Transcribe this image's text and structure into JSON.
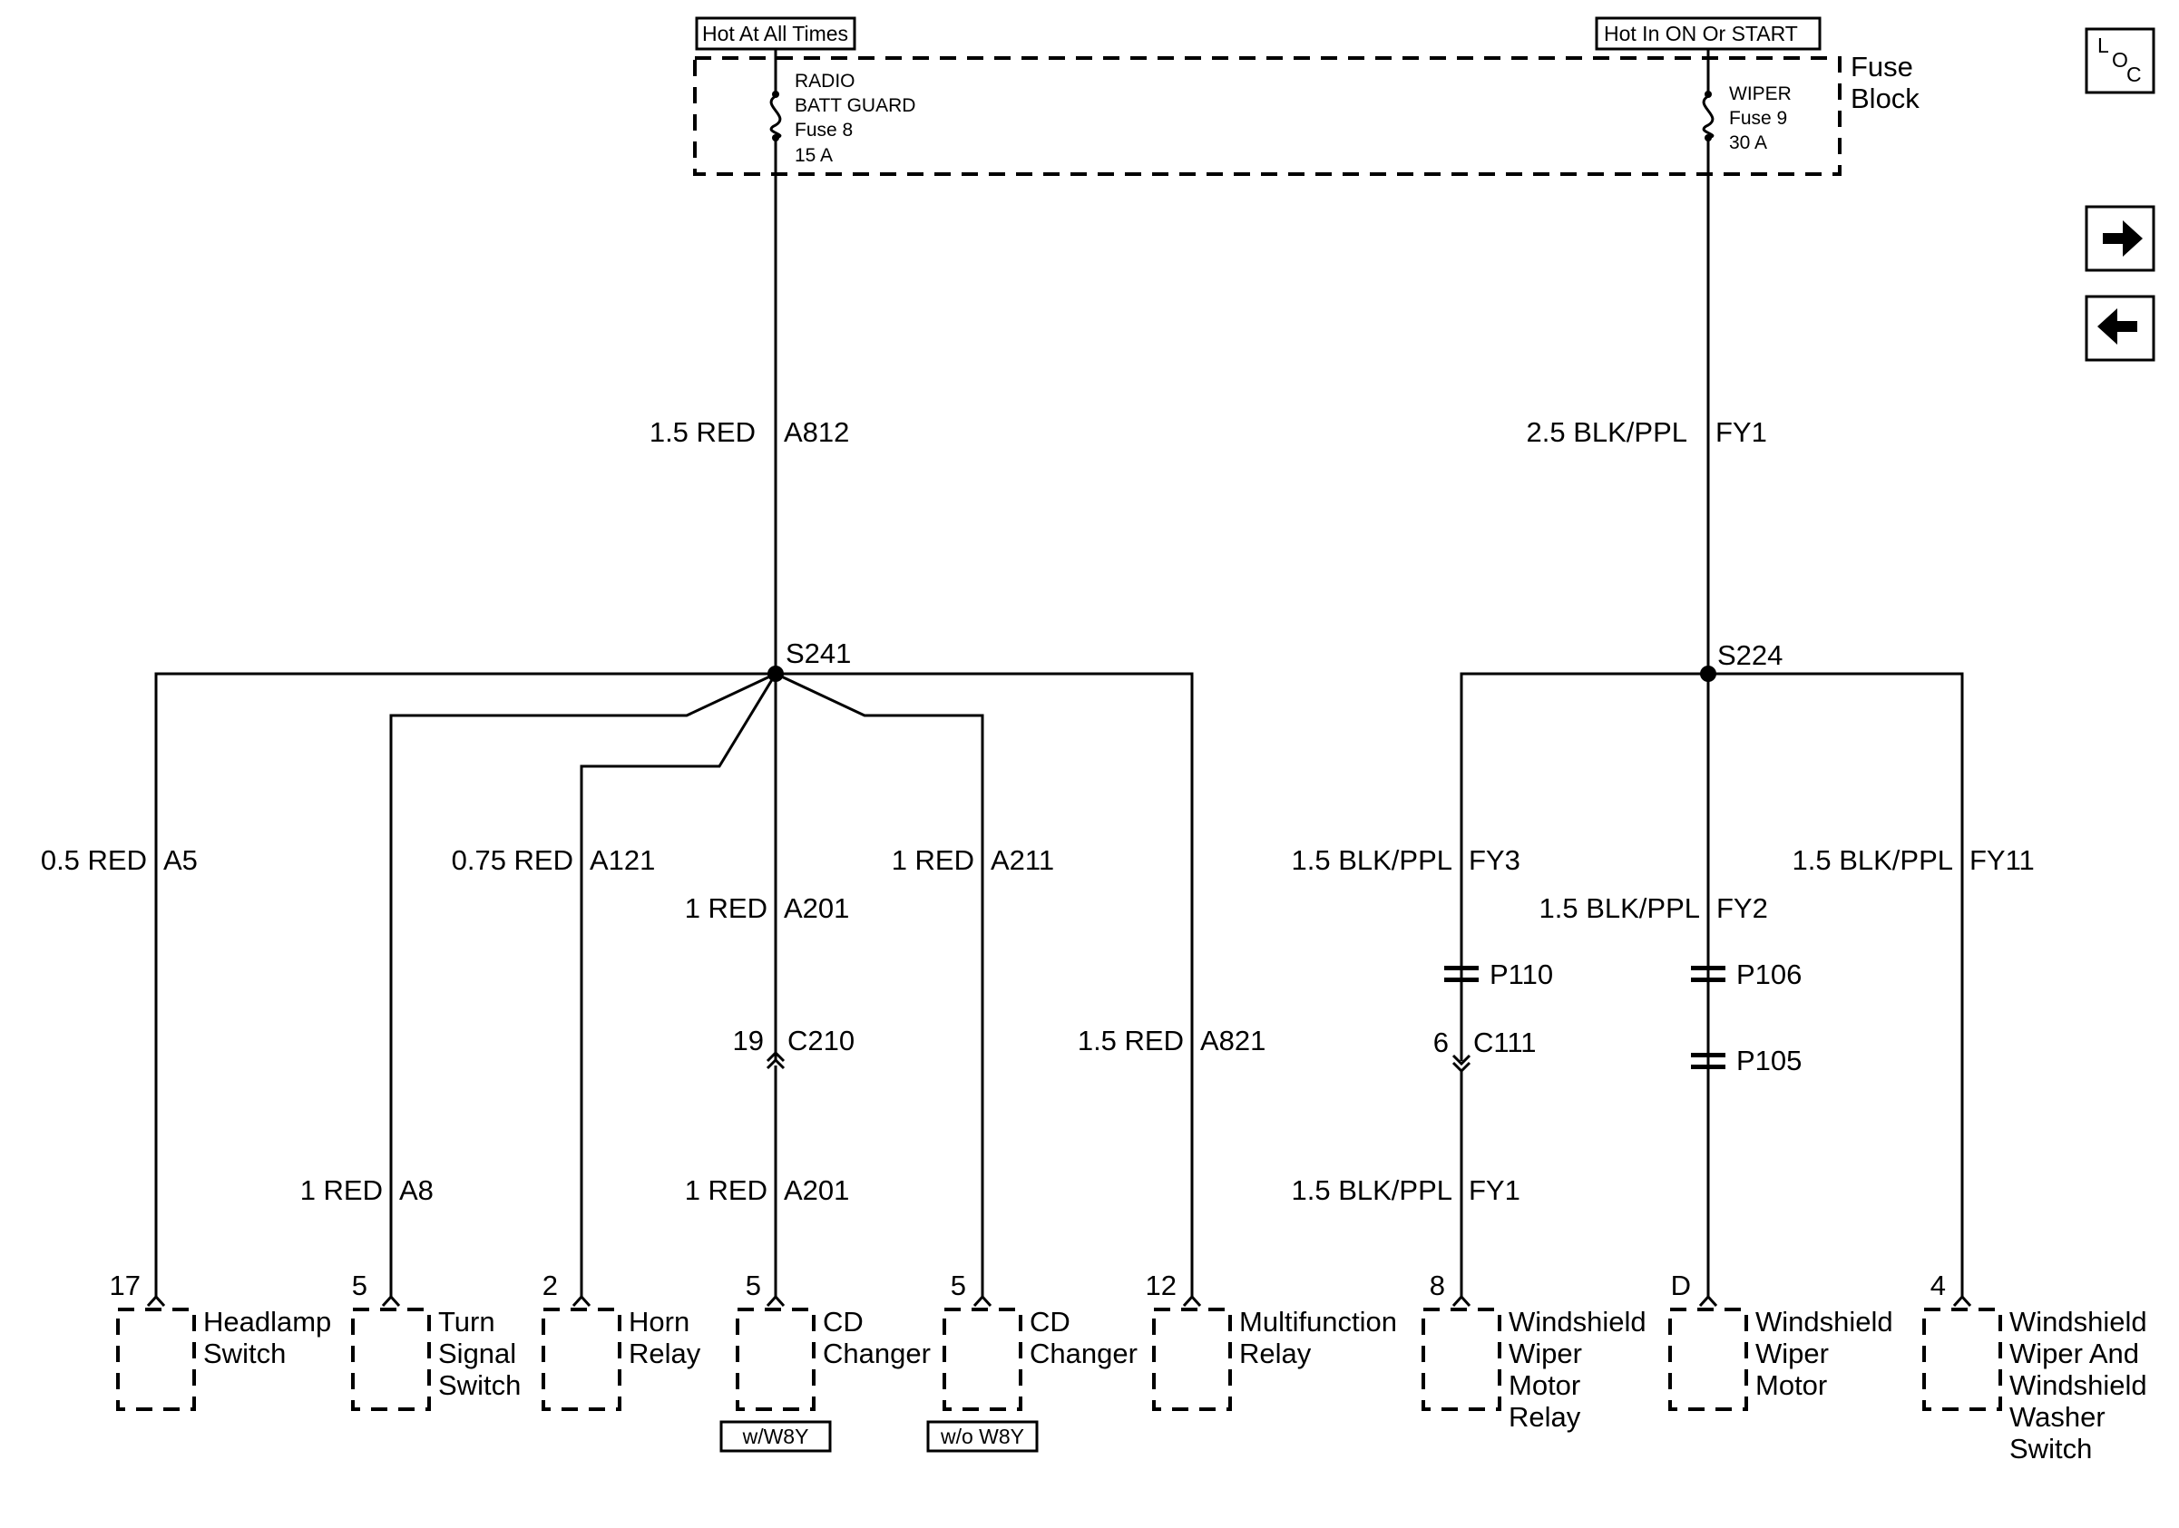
{
  "power_sources": {
    "hot_at_all_times": "Hot At All Times",
    "hot_in_on_or_start": "Hot In ON Or START"
  },
  "fuse_block": {
    "label_line1": "Fuse",
    "label_line2": "Block",
    "radio_fuse": [
      "RADIO",
      "BATT GUARD",
      "Fuse 8",
      "15 A"
    ],
    "wiper_fuse": [
      "WIPER",
      "Fuse 9",
      "30 A"
    ]
  },
  "nav": {
    "loc_icon": "loc-icon",
    "loc_L": "L",
    "loc_O": "O",
    "loc_C": "C",
    "next_icon": "arrow-right-icon",
    "prev_icon": "arrow-left-icon"
  },
  "splices": {
    "left": "S241",
    "right": "S224"
  },
  "wires": {
    "a812": {
      "gauge": "1.5 RED",
      "circuit": "A812"
    },
    "fy1_main": {
      "gauge": "2.5 BLK/PPL",
      "circuit": "FY1"
    },
    "a5": {
      "gauge": "0.5 RED",
      "circuit": "A5"
    },
    "a121": {
      "gauge": "0.75 RED",
      "circuit": "A121"
    },
    "a201_upper": {
      "gauge": "1 RED",
      "circuit": "A201"
    },
    "a211": {
      "gauge": "1 RED",
      "circuit": "A211"
    },
    "a821": {
      "gauge": "1.5 RED",
      "circuit": "A821"
    },
    "a8": {
      "gauge": "1 RED",
      "circuit": "A8"
    },
    "a201_lower": {
      "gauge": "1 RED",
      "circuit": "A201"
    },
    "fy3": {
      "gauge": "1.5 BLK/PPL",
      "circuit": "FY3"
    },
    "fy2": {
      "gauge": "1.5 BLK/PPL",
      "circuit": "FY2"
    },
    "fy11": {
      "gauge": "1.5 BLK/PPL",
      "circuit": "FY11"
    },
    "fy1_lower": {
      "gauge": "1.5 BLK/PPL",
      "circuit": "FY1"
    }
  },
  "connectors": {
    "c210": {
      "pin": "19",
      "name": "C210"
    },
    "c111": {
      "pin": "6",
      "name": "C111"
    },
    "p110": "P110",
    "p106": "P106",
    "p105": "P105"
  },
  "components": [
    {
      "pin": "17",
      "lines": [
        "Headlamp",
        "Switch"
      ]
    },
    {
      "pin": "5",
      "lines": [
        "Turn",
        "Signal",
        "Switch"
      ]
    },
    {
      "pin": "2",
      "lines": [
        "Horn",
        "Relay"
      ]
    },
    {
      "pin": "5",
      "lines": [
        "CD",
        "Changer"
      ],
      "option": "w/W8Y"
    },
    {
      "pin": "5",
      "lines": [
        "CD",
        "Changer"
      ],
      "option": "w/o W8Y"
    },
    {
      "pin": "12",
      "lines": [
        "Multifunction",
        "Relay"
      ]
    },
    {
      "pin": "8",
      "lines": [
        "Windshield",
        "Wiper",
        "Motor",
        "Relay"
      ]
    },
    {
      "pin": "D",
      "lines": [
        "Windshield",
        "Wiper",
        "Motor"
      ]
    },
    {
      "pin": "4",
      "lines": [
        "Windshield",
        "Wiper And",
        "Windshield",
        "Washer",
        "Switch"
      ]
    }
  ]
}
